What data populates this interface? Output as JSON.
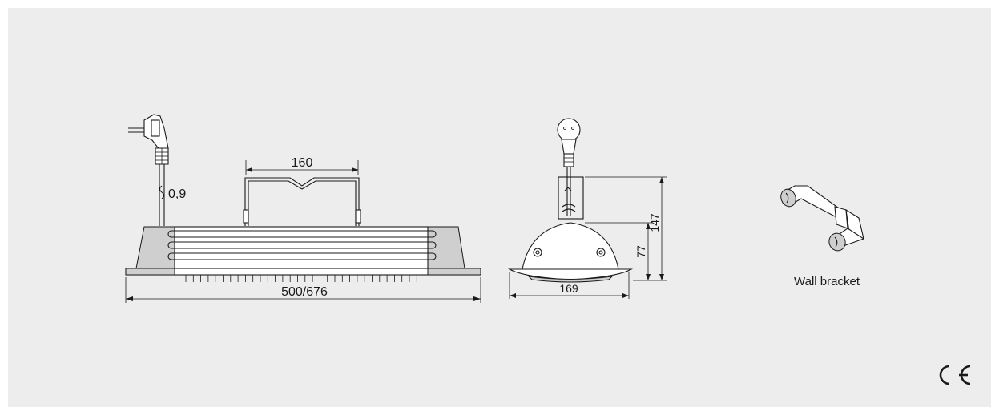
{
  "front_view": {
    "handle_width": "160",
    "cable_diameter": "0,9",
    "length": "500/676"
  },
  "side_view": {
    "width": "169",
    "body_height": "77",
    "total_height": "147"
  },
  "accessory": {
    "caption": "Wall bracket"
  },
  "certification": {
    "mark": "CE"
  },
  "icons": [
    "plug-icon",
    "heater-front-drawing",
    "heater-side-drawing",
    "wall-bracket-drawing",
    "ce-mark-icon"
  ]
}
